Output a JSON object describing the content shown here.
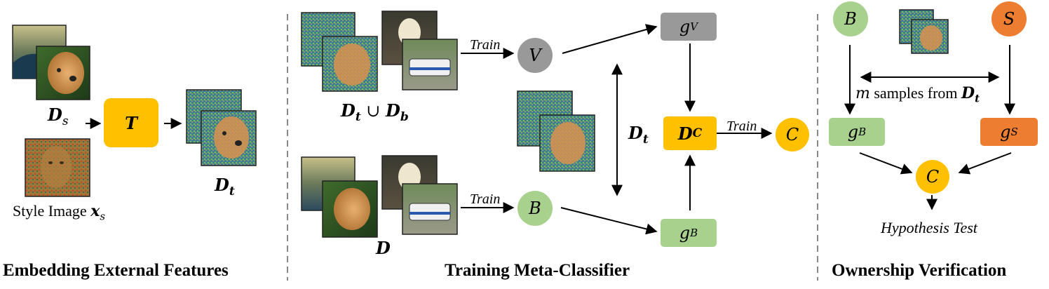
{
  "colors": {
    "gold": "#FFC000",
    "gray": "#999999",
    "green": "#A9D18E",
    "orange": "#ED7D31"
  },
  "section1": {
    "heading": "Embedding External Features",
    "source_dataset_label": "D",
    "source_dataset_sub": "s",
    "transform_label": "T",
    "transformed_dataset_label": "D",
    "transformed_dataset_sub": "t",
    "style_image_prefix": "Style Image ",
    "style_image_symbol": "x",
    "style_image_sub": "s"
  },
  "section2": {
    "heading": "Training Meta-Classifier",
    "union_label_a": "D",
    "union_sub_a": "t",
    "union_op": " ∪ ",
    "union_label_b": "D",
    "union_sub_b": "b",
    "benign_dataset_label": "D",
    "train_label_top": "Train",
    "train_label_bottom": "Train",
    "victim_model": "V",
    "benign_model": "B",
    "victim_gradient": "g",
    "victim_gradient_sub": "V",
    "benign_gradient": "g",
    "benign_gradient_sub": "B",
    "side_dataset_label": "D",
    "side_dataset_sub": "t",
    "meta_dataset_label": "D",
    "meta_dataset_sub": "C",
    "train_label_meta": "Train",
    "meta_classifier": "C"
  },
  "section3": {
    "heading": "Ownership Verification",
    "benign_model": "B",
    "suspicious_model": "S",
    "samples_text_prefix": "m",
    "samples_text_mid": " samples from ",
    "samples_dataset": "D",
    "samples_dataset_sub": "t",
    "benign_gradient": "g",
    "benign_gradient_sub": "B",
    "suspicious_gradient": "g",
    "suspicious_gradient_sub": "S",
    "meta_classifier": "C",
    "test_label": "Hypothesis Test"
  }
}
